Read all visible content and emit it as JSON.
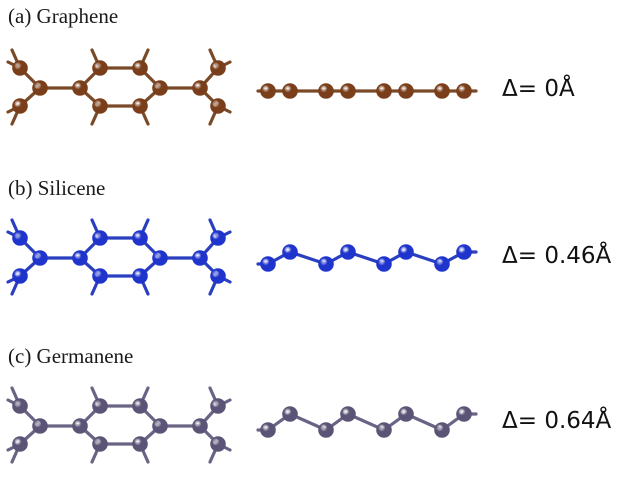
{
  "panels": [
    {
      "label": "(a) Graphene",
      "delta": "Δ= 0Å",
      "color": "#7a3e1a",
      "bond": "#7a4a28",
      "buckled": false
    },
    {
      "label": "(b) Silicene",
      "delta": "Δ= 0.46Å",
      "color": "#1f34cc",
      "bond": "#2a3fc0",
      "buckled": true
    },
    {
      "label": "(c) Germanene",
      "delta": "Δ= 0.64Å",
      "color": "#5b5476",
      "bond": "#6a6385",
      "buckled": true
    }
  ]
}
